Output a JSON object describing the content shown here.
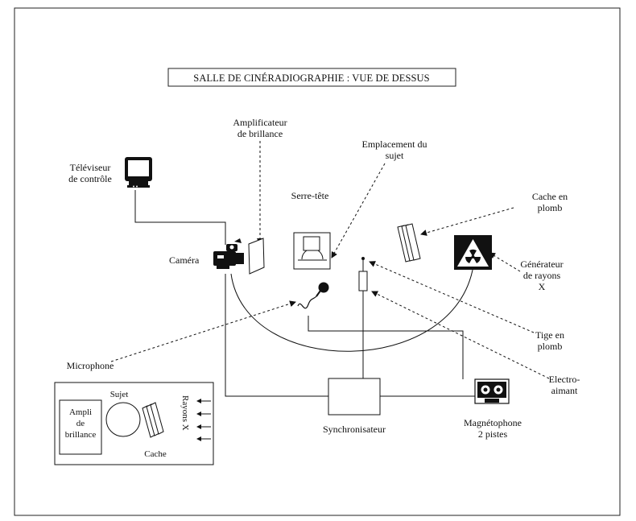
{
  "title": "SALLE DE CINÉRADIOGRAPHIE : VUE DE DESSUS",
  "labels": {
    "amplificateur_1": "Amplificateur",
    "amplificateur_2": "de brillance",
    "emplacement_1": "Emplacement du",
    "emplacement_2": "sujet",
    "televiseur_1": "Téléviseur",
    "televiseur_2": "de contrôle",
    "serre_tete": "Serre-tête",
    "cache_plomb_1": "Cache en",
    "cache_plomb_2": "plomb",
    "camera": "Caméra",
    "generateur_1": "Générateur",
    "generateur_2": "de rayons",
    "generateur_3": "X",
    "tige_1": "Tige en",
    "tige_2": "plomb",
    "microphone": "Microphone",
    "electro_1": "Electro-",
    "electro_2": "aimant",
    "synchronisateur": "Synchronisateur",
    "magnetophone_1": "Magnétophone",
    "magnetophone_2": "2 pistes"
  },
  "inset": {
    "ampli_1": "Ampli",
    "ampli_2": "de",
    "ampli_3": "brillance",
    "sujet": "Sujet",
    "cache": "Cache",
    "rayons": "Rayons X"
  },
  "icons": [
    "tv-icon",
    "video-camera-icon",
    "microphone-icon",
    "radiation-icon",
    "cassette-icon"
  ]
}
